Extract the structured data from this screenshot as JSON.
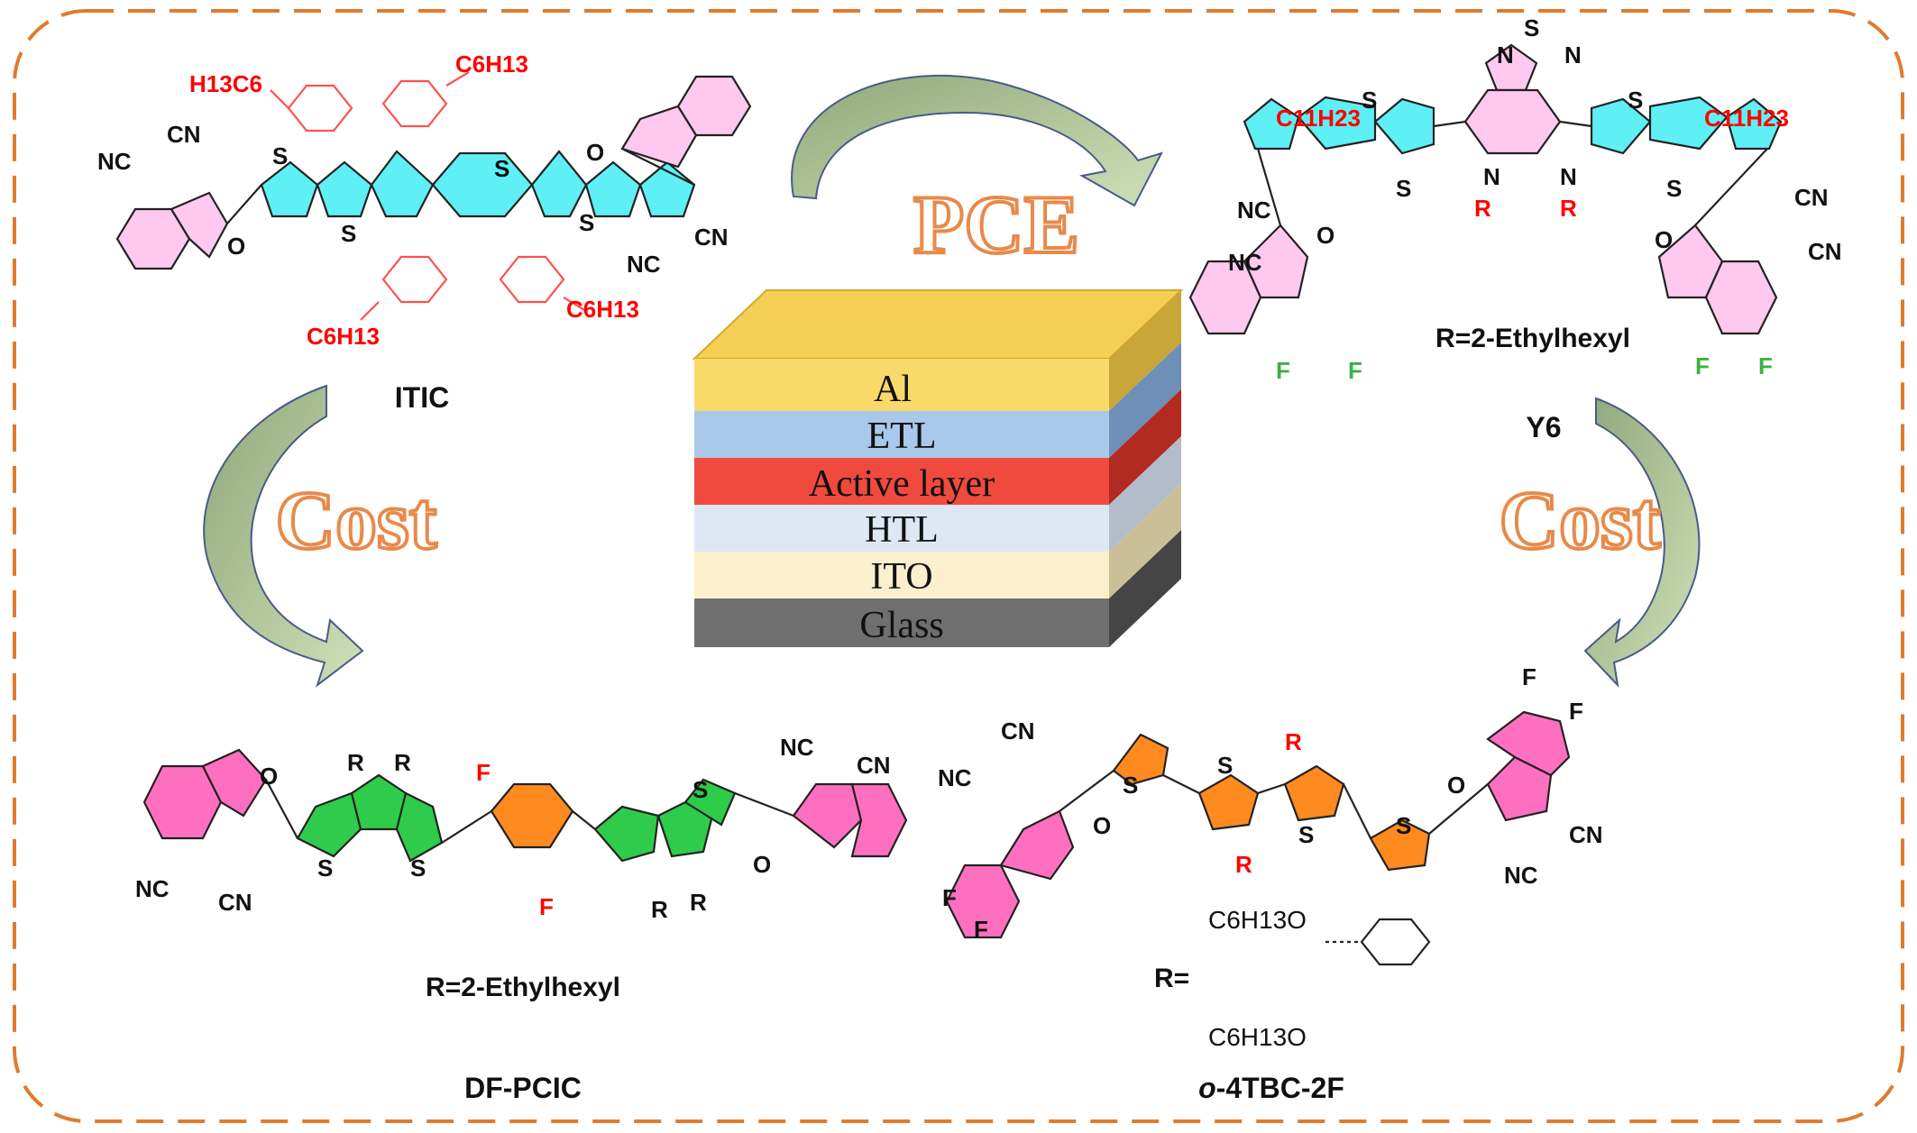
{
  "center": {
    "arrow_top_label": "PCE",
    "arrow_left_label": "Cost",
    "arrow_right_label": "Cost",
    "device_layers": [
      "Al",
      "ETL",
      "Active layer",
      "HTL",
      "ITO",
      "Glass"
    ]
  },
  "molecules": {
    "itic": {
      "name": "ITIC",
      "side_chains": [
        "H13C6",
        "C6H13",
        "C6H13",
        "C6H13"
      ],
      "atoms": [
        "CN",
        "NC",
        "O",
        "S",
        "S",
        "S",
        "S",
        "O",
        "NC",
        "CN"
      ]
    },
    "y6": {
      "name": "Y6",
      "r_definition": "R=2-Ethylhexyl",
      "side_chains": [
        "C11H23",
        "C11H23"
      ],
      "atoms": [
        "N",
        "S",
        "N",
        "S",
        "S",
        "N",
        "N",
        "S",
        "S",
        "R",
        "R",
        "NC",
        "NC",
        "O",
        "O",
        "CN",
        "CN",
        "F",
        "F",
        "F",
        "F"
      ]
    },
    "dfpcic": {
      "name": "DF-PCIC",
      "r_definition": "R=2-Ethylhexyl",
      "atoms": [
        "O",
        "R",
        "R",
        "F",
        "S",
        "S",
        "S",
        "F",
        "R",
        "R",
        "NC",
        "CN",
        "NC",
        "CN",
        "O"
      ]
    },
    "o4tbc2f": {
      "name_prefix": "o",
      "name_suffix": "-4TBC-2F",
      "r_label": "R=",
      "r_groups": [
        "C6H13O",
        "C6H13O"
      ],
      "atoms": [
        "NC",
        "CN",
        "S",
        "S",
        "R",
        "S",
        "R",
        "S",
        "O",
        "F",
        "F",
        "O",
        "F",
        "F",
        "CN",
        "NC"
      ]
    }
  },
  "colors": {
    "frame": "#e07b2e",
    "cost_text": "#e88a4a",
    "side_chain_red": "#ff0000",
    "fluorine_green": "#3cb043",
    "arrow_fill": "#a9c08a",
    "indanone_pink": "#ffc8ef",
    "thiophene_cyan": "#5ef0f5",
    "dfpcic_pink": "#ff6fc0",
    "dfpcic_green": "#2ecc4a",
    "orange_ring": "#ff8a1f",
    "layer_al": "#f9d96a",
    "layer_etl": "#a9c8ea",
    "layer_active": "#f04a3e",
    "layer_htl": "#dde8f4",
    "layer_ito": "#fcf0cc",
    "layer_glass": "#6f6f6f"
  }
}
